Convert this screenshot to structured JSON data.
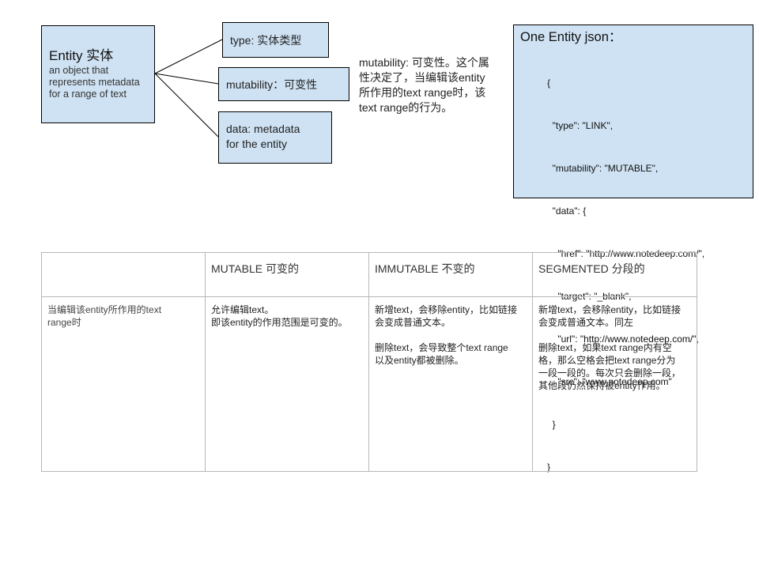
{
  "entity": {
    "title": "Entity 实体",
    "description_lines": [
      "an object that",
      "represents metadata",
      "for a range of text"
    ]
  },
  "properties": {
    "type": "type: 实体类型",
    "mutability": "mutability：可变性",
    "data_lines": [
      "data: metadata",
      "for the entity"
    ]
  },
  "annotation": {
    "lines": [
      "mutability: 可变性。这个属",
      "性决定了，当编辑该entity",
      "所作用的text range时，该",
      "text range的行为。"
    ]
  },
  "json_example": {
    "title": "One Entity json：",
    "lines": [
      "{",
      "  \"type\": \"LINK\",",
      "  \"mutability\": \"MUTABLE\",",
      "  \"data\": {",
      "    \"href\": \"http://www.notedeep.com/\",",
      "    \"target\": \"_blank\",",
      "    \"url\": \"http://www.notedeep.com/\",",
      "    \"src\": \"www.notedeep.com\"",
      "  }",
      "}"
    ]
  },
  "table": {
    "headers": [
      "",
      "MUTABLE 可变的",
      "IMMUTABLE 不变的",
      "SEGMENTED 分段的"
    ],
    "row_label_lines": [
      "当编辑该entity所作用的text",
      "range时"
    ],
    "mutable_lines": [
      "允许编辑text。",
      "即该entity的作用范围是可变的。"
    ],
    "immutable": {
      "p1": [
        "新增text，会移除entity，比如链接",
        "会变成普通文本。"
      ],
      "p2": [
        "删除text，会导致整个text range",
        "以及entity都被删除。"
      ]
    },
    "segmented": {
      "p1": [
        "新增text，会移除entity，比如链接",
        "会变成普通文本。同左"
      ],
      "p2": [
        "删除text，如果text range内有空",
        "格，那么空格会把text range分为",
        "一段一段的。每次只会删除一段，",
        "其他段仍然保持被entity作用。"
      ]
    }
  },
  "colors": {
    "box_fill": "#cfe2f3",
    "box_border": "#000000",
    "table_border": "#b7b7b7"
  }
}
